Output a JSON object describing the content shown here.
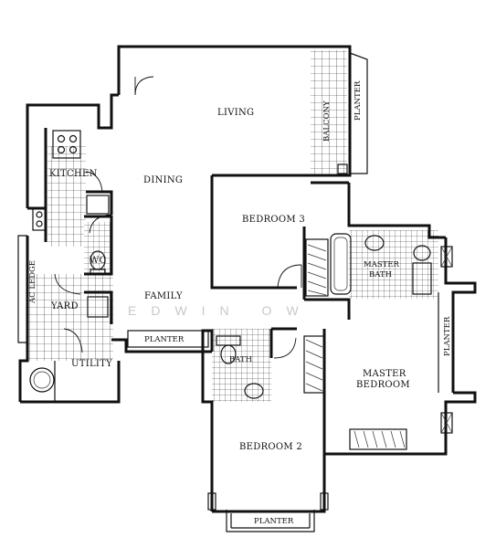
{
  "rooms": {
    "living": "LIVING",
    "balcony": "BALCONY",
    "planter_top": "PLANTER",
    "kitchen": "KITCHEN",
    "dining": "DINING",
    "bedroom3": "BEDROOM 3",
    "wc": "WC",
    "ac_ledge": "AC LEDGE",
    "yard": "YARD",
    "family": "FAMILY",
    "master_bath": "MASTER BATH",
    "planter_middle": "PLANTER",
    "planter_right": "PLANTER",
    "utility": "UTILITY",
    "bath": "BATH",
    "master_bedroom": "MASTER BEDROOM",
    "bedroom2": "BEDROOM 2",
    "planter_bottom": "PLANTER"
  },
  "watermark": "EDWIN OW"
}
